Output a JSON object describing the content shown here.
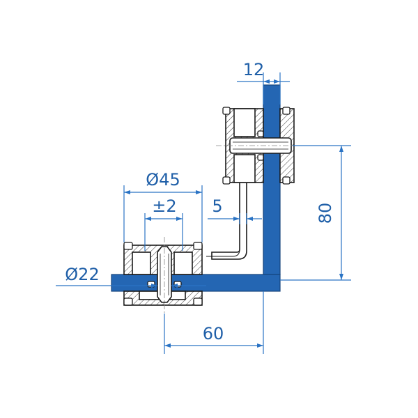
{
  "dimensions": {
    "width_top": "12",
    "diameter_large": "Ø45",
    "tolerance": "±2",
    "offset": "5",
    "height": "80",
    "diameter_small": "Ø22",
    "length": "60"
  },
  "colors": {
    "dimension": "#1f5fa8",
    "glass": "#2466b3",
    "outline": "#1a1a1a"
  }
}
